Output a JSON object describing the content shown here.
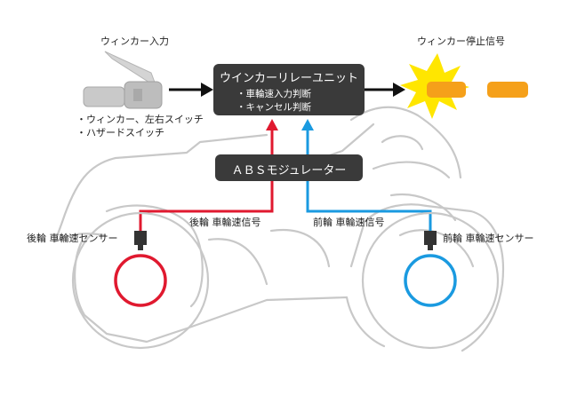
{
  "labels": {
    "winker_input": "ウィンカー入力",
    "winker_stop_signal": "ウィンカー停止信号",
    "switch_item_1": "・ウィンカー、左右スイッチ",
    "switch_item_2": "・ハザードスイッチ",
    "rear_wheel_speed_signal": "後輪 車輪速信号",
    "front_wheel_speed_signal": "前輪 車輪速信号",
    "rear_wheel_speed_sensor": "後輪 車輪速センサー",
    "front_wheel_speed_sensor": "前輪 車輪速センサー"
  },
  "relay_unit": {
    "title": "ウインカーリレーユニット",
    "items": [
      "・車輪速入力判断",
      "・キャンセル判断"
    ]
  },
  "abs_modulator": {
    "title": "ＡＢＳモジュレーター"
  },
  "colors": {
    "rear_signal": "#e0192f",
    "front_signal": "#1a9ae0",
    "unit_box": "#3a3a3a",
    "lamp": "#f5a01a",
    "flash": "#ffe600",
    "outline": "#c8c8c8"
  }
}
